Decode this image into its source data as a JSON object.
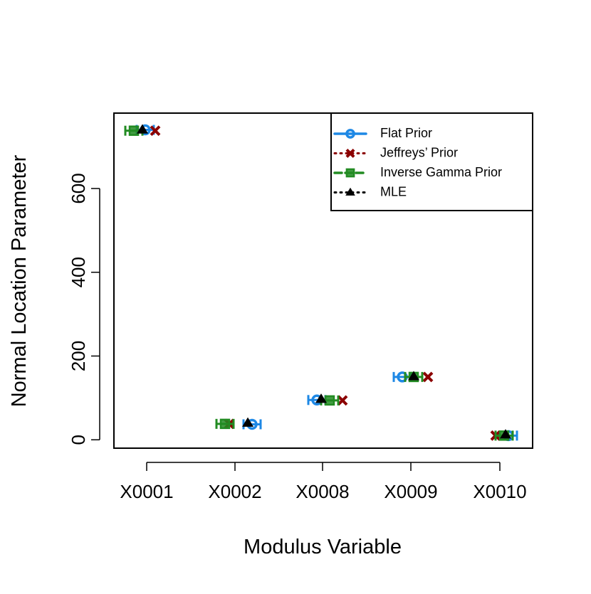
{
  "chart_data": {
    "type": "scatter",
    "title": "",
    "xlabel": "Modulus Variable",
    "ylabel": "Normal Location Parameter",
    "categories": [
      "X0001",
      "X0002",
      "X0008",
      "X0009",
      "X0010"
    ],
    "y_ticks": [
      0,
      200,
      400,
      600
    ],
    "ylim": [
      -20,
      780
    ],
    "grid": false,
    "legend_position": "top-right",
    "series": [
      {
        "name": "Flat Prior",
        "color": "#1E88E5",
        "marker": "circle",
        "line_style": "solid",
        "values": [
          740,
          37,
          95,
          150,
          10
        ]
      },
      {
        "name": "Jeffreys’ Prior",
        "color": "#8B0000",
        "marker": "x",
        "line_style": "dotted",
        "values": [
          738,
          38,
          94,
          150,
          10
        ]
      },
      {
        "name": "Inverse Gamma Prior",
        "color": "#228B22",
        "marker": "square",
        "line_style": "dashed",
        "values": [
          738,
          38,
          94,
          150,
          10
        ]
      },
      {
        "name": "MLE",
        "color": "#000000",
        "marker": "triangle",
        "line_style": "dotted",
        "values": [
          740,
          40,
          97,
          151,
          12
        ]
      }
    ]
  }
}
